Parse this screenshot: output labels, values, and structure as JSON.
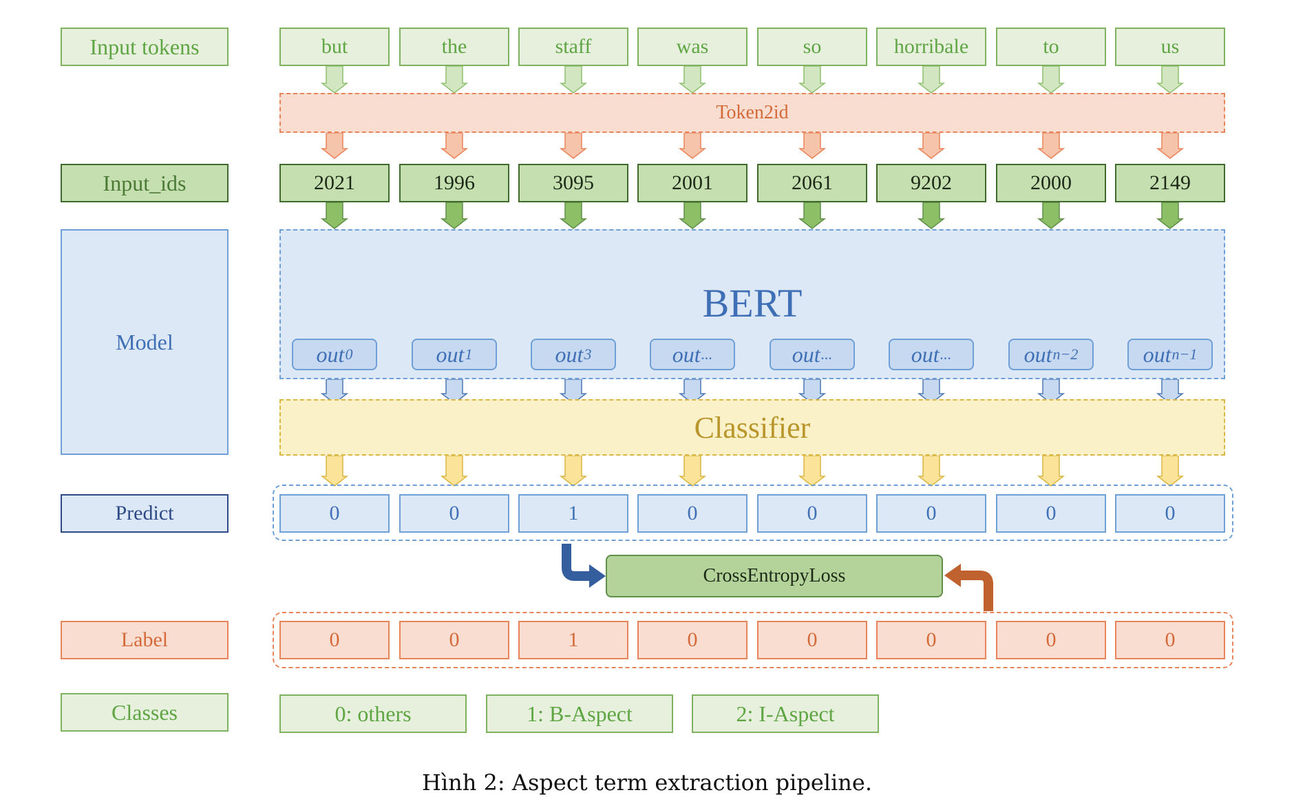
{
  "colors": {
    "green_light_bg": "#e6f0dd",
    "green_border": "#7fb25e",
    "green_text": "#5fa544",
    "green_dark_bg": "#c5dfb0",
    "green_dark_border": "#3f6a2b",
    "orange_bg": "#f9ddd0",
    "orange_border": "#e8845a",
    "orange_text": "#d46a3a",
    "blue_bg": "#dde8f6",
    "blue_border": "#6e9fd6",
    "blue_text": "#3f6fb5",
    "yellow_bg": "#fbf1c9",
    "yellow_border": "#d9b742",
    "yellow_text": "#b8962c",
    "loss_bg": "#b3d39a",
    "loss_border": "#5f8f48",
    "arrow_blue": "#355e9e",
    "arrow_orange": "#c0622f"
  },
  "rows": {
    "input_tokens": "Input tokens",
    "input_ids": "Input_ids",
    "model": "Model",
    "predict": "Predict",
    "label": "Label",
    "classes": "Classes"
  },
  "tokens": [
    "but",
    "the",
    "staff",
    "was",
    "so",
    "horribale",
    "to",
    "us"
  ],
  "token2id": "Token2id",
  "ids": [
    "2021",
    "1996",
    "3095",
    "2001",
    "2061",
    "9202",
    "2000",
    "2149"
  ],
  "bert": "BERT",
  "outputs": [
    {
      "base": "out",
      "sub": "0"
    },
    {
      "base": "out",
      "sub": "1"
    },
    {
      "base": "out",
      "sub": "3"
    },
    {
      "base": "out",
      "sub": "..."
    },
    {
      "base": "out",
      "sub": "..."
    },
    {
      "base": "out",
      "sub": "..."
    },
    {
      "base": "out",
      "sub": "n−2"
    },
    {
      "base": "out",
      "sub": "n−1"
    }
  ],
  "classifier": "Classifier",
  "predictions": [
    "0",
    "0",
    "1",
    "0",
    "0",
    "0",
    "0",
    "0"
  ],
  "loss": "CrossEntropyLoss",
  "labels": [
    "0",
    "0",
    "1",
    "0",
    "0",
    "0",
    "0",
    "0"
  ],
  "classes": [
    "0: others",
    "1: B-Aspect",
    "2: I-Aspect"
  ],
  "caption": "Hình 2: Aspect term extraction pipeline."
}
